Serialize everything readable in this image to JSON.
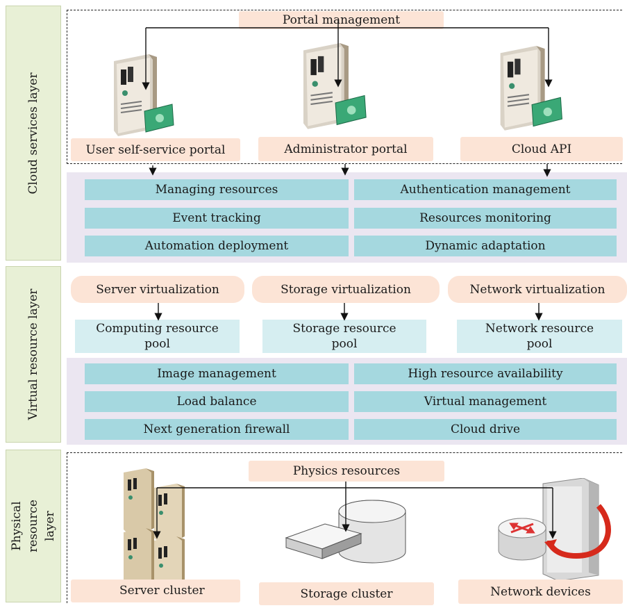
{
  "layers": {
    "cloud_services": "Cloud services layer",
    "virtual_resource": "Virtual resource layer",
    "physical_resource": "Physical resource\nlayer"
  },
  "cloud": {
    "portal_management": "Portal management",
    "portals": [
      "User self-service portal",
      "Administrator portal",
      "Cloud API"
    ],
    "functions": [
      "Managing resources",
      "Authentication management",
      "Event tracking",
      "Resources monitoring",
      "Automation deployment",
      "Dynamic adaptation"
    ]
  },
  "virtual": {
    "virtualizations": [
      "Server virtualization",
      "Storage virtualization",
      "Network virtualization"
    ],
    "pools": [
      "Computing resource\npool",
      "Storage resource\npool",
      "Network resource\npool"
    ],
    "functions": [
      "Image management",
      "High resource availability",
      "Load balance",
      "Virtual management",
      "Next generation firewall",
      "Cloud drive"
    ]
  },
  "physical": {
    "physics_resources": "Physics resources",
    "items": [
      "Server cluster",
      "Storage cluster",
      "Network devices"
    ]
  },
  "colors": {
    "side_panel": "#e8f0d6",
    "label_box": "#fce4d6",
    "function_box": "#a5d8df",
    "pool_box": "#d6eef1",
    "panel_bg": "#ebe6f1"
  }
}
